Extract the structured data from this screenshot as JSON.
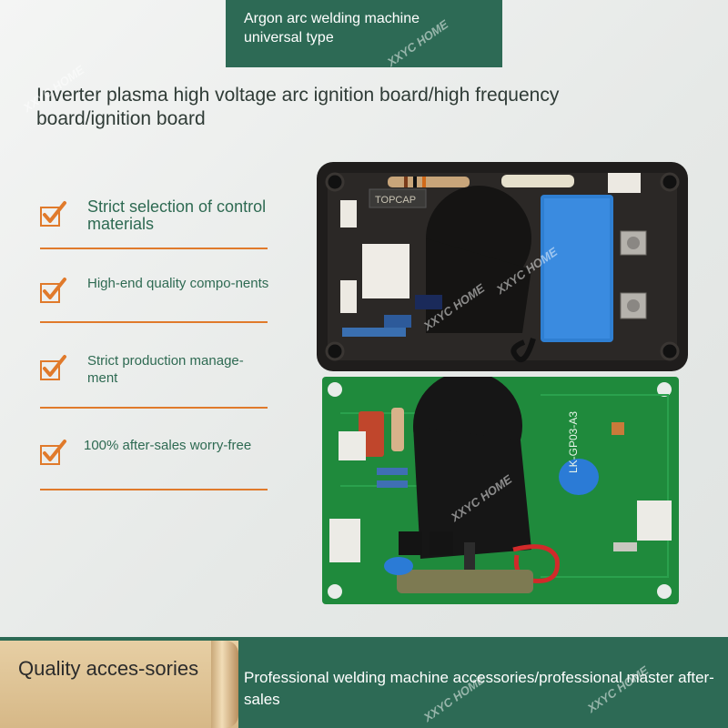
{
  "banner": {
    "line1": "Argon arc welding machine",
    "line2": "universal type"
  },
  "headline": "Inverter plasma high voltage arc ignition board/high frequency board/ignition board",
  "features": [
    {
      "label": "Strict selection of control materials",
      "icon": "check-icon"
    },
    {
      "label": "High-end quality compo-nents",
      "icon": "check-icon"
    },
    {
      "label": "Strict production manage-ment",
      "icon": "check-icon"
    },
    {
      "label": "100% after-sales worry-free",
      "icon": "check-icon"
    }
  ],
  "footer": {
    "left": "Quality acces-sories",
    "right": "Professional welding machine accessories/professional master after-sales"
  },
  "product_labels": {
    "capacitor_top": "TOPCAP",
    "pcb_code": "LK-GP03-A3"
  },
  "watermark": "XXYC HOME",
  "colors": {
    "brand_green": "#2d6a55",
    "accent_orange": "#e07a2b",
    "pcb_green": "#1f8a3c"
  }
}
